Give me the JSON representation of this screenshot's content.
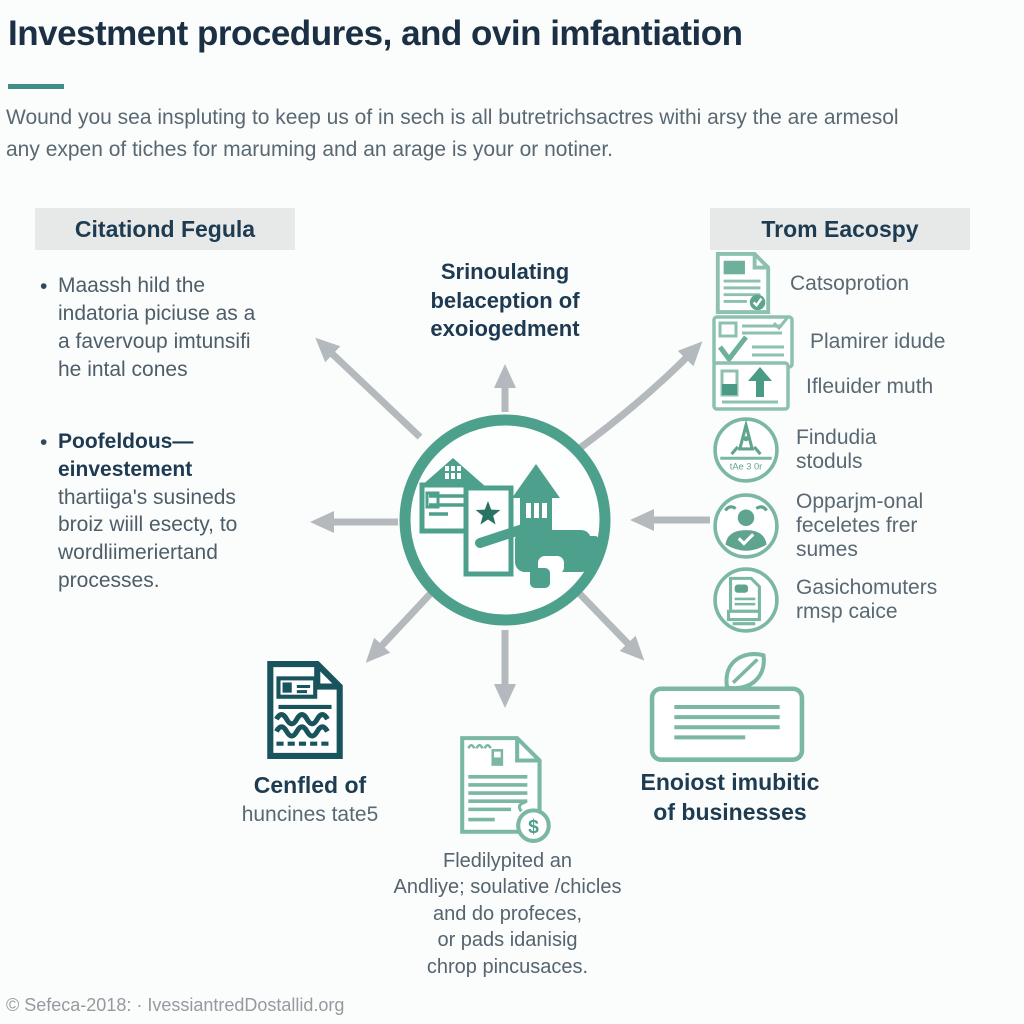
{
  "page": {
    "title": "Investment procedures, and ovin imfantiation",
    "intro": "Wound you sea inspluting to keep us of in sech is all butretrichsactres withi arsy the are armesol any expen of tiches for maruming and an arage is your or notiner.",
    "footer": "© Sefeca-2018: · IvessiantredDostallid.org"
  },
  "colors": {
    "accent_teal": "#4da18c",
    "dark_navy": "#1d3c52",
    "light_icon_teal": "#8cc1b0",
    "dark_icon_teal": "#19535e",
    "arrow_gray": "#b4b9bd",
    "body_gray": "#5a6872",
    "header_bg": "#e7e9e9"
  },
  "left_panel": {
    "header": "Citationd Fegula",
    "bullets": [
      {
        "bold": "",
        "text": "Maassh hild the indatoria piciuse as a a favervoup imtunsifi he intal cones"
      },
      {
        "bold": "Poofeldous— einvestement",
        "text": " thartiiga's susineds broiz wiill esecty, to wordliimeriertand processes."
      }
    ]
  },
  "hub": {
    "label_lines": [
      "Srinoulating",
      "belaception of",
      "exoiogedment"
    ],
    "icon": "investment-hub-icon"
  },
  "right_panel": {
    "header": "Trom Eacospy",
    "items": [
      {
        "icon": "document-check-icon",
        "lines": [
          "Catsoprotion",
          "",
          ""
        ]
      },
      {
        "icon": "checklist-card-icon",
        "lines": [
          "Plamirer idude",
          "",
          ""
        ]
      },
      {
        "icon": "upload-card-icon",
        "lines": [
          "Ifleuider muth",
          "",
          ""
        ]
      },
      {
        "icon": "rocket-badge-icon",
        "badge_text": "tAe 3 0r",
        "lines": [
          "Findudia",
          "stoduls",
          ""
        ]
      },
      {
        "icon": "person-badge-icon",
        "lines": [
          "Opparjm-onal",
          "feceletes frer",
          "sumes"
        ]
      },
      {
        "icon": "printer-doc-badge-icon",
        "lines": [
          "Gasichomuters",
          "rmsp caice",
          ""
        ]
      }
    ]
  },
  "bottom": {
    "left": {
      "icon": "report-document-icon",
      "bold": "Cenfled of",
      "text": "huncines tate5"
    },
    "middle": {
      "icon": "money-document-icon",
      "lines": [
        "Fledilypited an",
        "Andliye; soulative /chicles",
        "and do profeces,",
        "or pads idanisig",
        "chrop pincusaces."
      ]
    },
    "right": {
      "icon": "leaf-note-icon",
      "lines": [
        "Enoiost imubitic",
        "of businesses"
      ]
    }
  }
}
